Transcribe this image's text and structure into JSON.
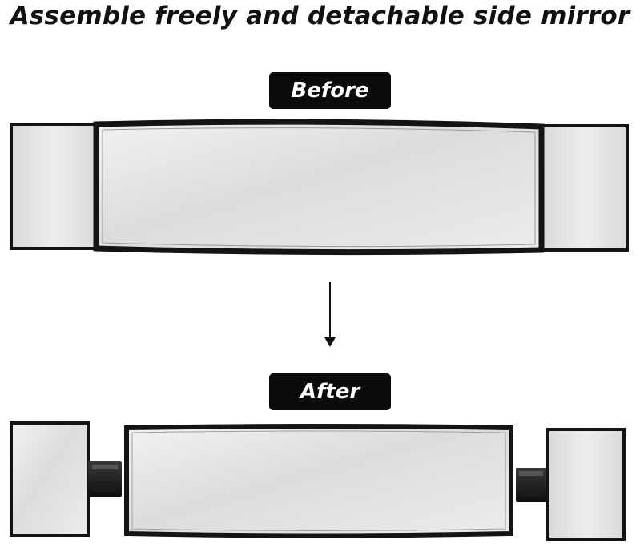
{
  "headline": "Assemble freely and detachable side mirror",
  "labels": {
    "before": "Before",
    "after": "After"
  },
  "colors": {
    "frame": "#141414",
    "label_bg": "#0b0b0b",
    "label_text": "#ffffff",
    "glass": "#e4e4e4"
  },
  "icons": [
    "down-arrow-icon"
  ]
}
